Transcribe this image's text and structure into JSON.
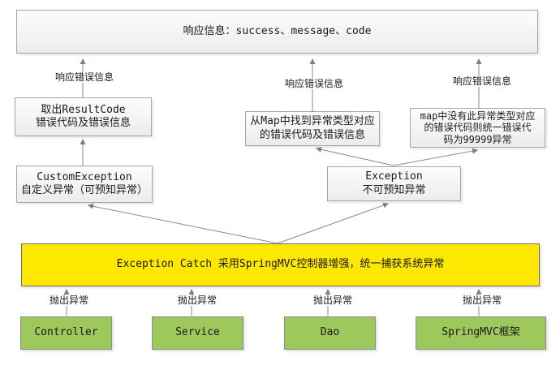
{
  "diagram": {
    "title_box": {
      "text": "响应信息：success、message、code"
    },
    "nodes": {
      "result_code": {
        "line1": "取出ResultCode",
        "line2": "错误代码及错误信息"
      },
      "custom_exception": {
        "line1": "CustomException",
        "line2": "自定义异常（可预知异常）"
      },
      "map_found": {
        "line1": "从Map中找到异常类型对应",
        "line2": "的错误代码及错误信息"
      },
      "map_not_found": {
        "line1": "map中没有此异常类型对应",
        "line2": "的错误代码则统一错误代",
        "line3": "码为99999异常"
      },
      "exception": {
        "line1": "Exception",
        "line2": "不可预知异常"
      },
      "catcher": {
        "text": "Exception Catch 采用SpringMVC控制器增强，统一捕获系统异常"
      },
      "sources": [
        {
          "label": "Controller"
        },
        {
          "label": "Service"
        },
        {
          "label": "Dao"
        },
        {
          "label": "SpringMVC框架"
        }
      ]
    },
    "edge_labels": {
      "respond_error": "响应错误信息",
      "throw_exception": "抛出异常"
    },
    "colors": {
      "catcher_fill": "#ffe800",
      "source_fill": "#9cc85c",
      "gray_fill": "#f3f3f3",
      "border": "#a6a6a6",
      "arrow": "#7f7f7f"
    }
  }
}
